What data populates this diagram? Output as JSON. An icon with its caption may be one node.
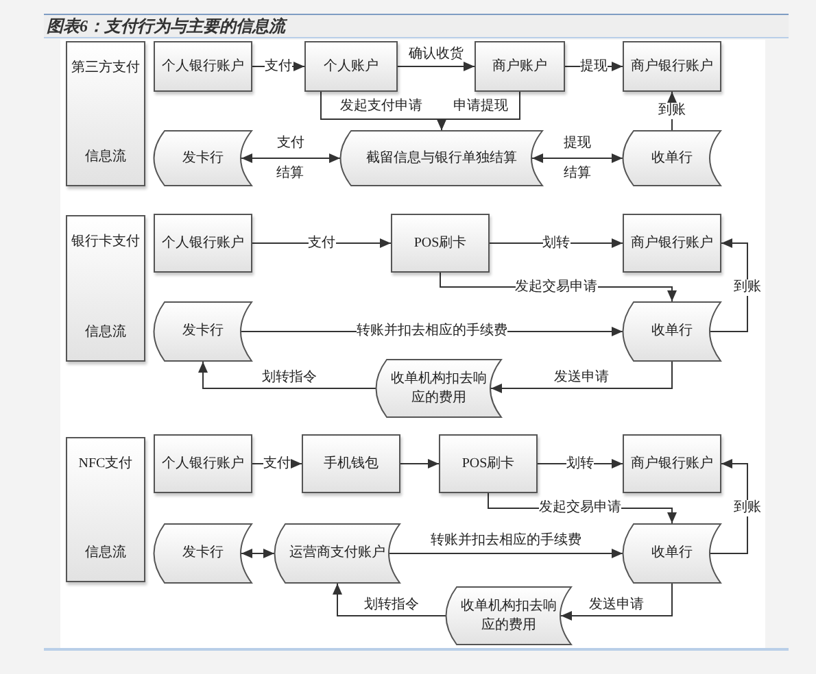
{
  "diagram": {
    "title": "图表6：支付行为与主要的信息流",
    "nodes": [
      {
        "text": [
          "第三方支付",
          "信息流"
        ]
      },
      {
        "text": [
          "个人银行账户"
        ]
      },
      {
        "text": [
          "个人账户"
        ]
      },
      {
        "text": [
          "商户账户"
        ]
      },
      {
        "text": [
          "商户银行账户"
        ]
      },
      {
        "text": [
          "发卡行"
        ]
      },
      {
        "text": [
          "截留信息与银行单独结算"
        ]
      },
      {
        "text": [
          "收单行"
        ]
      },
      {
        "text": [
          "银行卡支付",
          "信息流"
        ]
      },
      {
        "text": [
          "个人银行账户"
        ]
      },
      {
        "text": [
          "POS刷卡"
        ]
      },
      {
        "text": [
          "商户银行账户"
        ]
      },
      {
        "text": [
          "发卡行"
        ]
      },
      {
        "text": [
          "收单行"
        ]
      },
      {
        "text": [
          "收单机构扣去响应的费用"
        ]
      },
      {
        "text": [
          "NFC支付",
          "信息流"
        ]
      },
      {
        "text": [
          "个人银行账户"
        ]
      },
      {
        "text": [
          "手机钱包"
        ]
      },
      {
        "text": [
          "POS刷卡"
        ]
      },
      {
        "text": [
          "商户银行账户"
        ]
      },
      {
        "text": [
          "发卡行"
        ]
      },
      {
        "text": [
          "运营商支付账户"
        ]
      },
      {
        "text": [
          "收单行"
        ]
      },
      {
        "text": [
          "收单机构扣去响应的费用"
        ]
      }
    ],
    "edges": [
      {
        "from": 1,
        "to": 2,
        "arrow": "to",
        "label": "支付"
      },
      {
        "from": 2,
        "to": 3,
        "arrow": "to",
        "label": "确认收货"
      },
      {
        "from": 3,
        "to": 4,
        "arrow": "to",
        "label": "提现"
      },
      {
        "from": 2,
        "to": 6,
        "arrow": "to",
        "label": "发起支付申请"
      },
      {
        "from": 3,
        "to": 6,
        "arrow": "to",
        "label": "申请提现"
      },
      {
        "from": 5,
        "to": 6,
        "arrow": "both",
        "label": "支付"
      },
      {
        "from": 6,
        "to": 7,
        "arrow": "both",
        "label": "提现"
      },
      {
        "from": 7,
        "to": 4,
        "arrow": "to",
        "label": "到账"
      },
      {
        "from": 9,
        "to": 10,
        "arrow": "to",
        "label": "支付"
      },
      {
        "from": 10,
        "to": 11,
        "arrow": "to",
        "label": "划转"
      },
      {
        "from": 10,
        "to": 13,
        "arrow": "to",
        "label": "发起交易申请"
      },
      {
        "from": 12,
        "to": 13,
        "arrow": "to",
        "label": "转账并扣去相应的手续费"
      },
      {
        "from": 13,
        "to": 11,
        "arrow": "to",
        "label": "到账"
      },
      {
        "from": 13,
        "to": 14,
        "arrow": "to",
        "label": "发送申请"
      },
      {
        "from": 14,
        "to": 12,
        "arrow": "to",
        "label": "划转指令"
      },
      {
        "from": 16,
        "to": 17,
        "arrow": "to",
        "label": "支付"
      },
      {
        "from": 17,
        "to": 18,
        "arrow": "to"
      },
      {
        "from": 18,
        "to": 19,
        "arrow": "to",
        "label": "划转"
      },
      {
        "from": 18,
        "to": 22,
        "arrow": "to",
        "label": "发起交易申请"
      },
      {
        "from": 20,
        "to": 21,
        "arrow": "both"
      },
      {
        "from": 21,
        "to": 22,
        "arrow": "to",
        "label": "转账并扣去相应的手续费"
      },
      {
        "from": 22,
        "to": 19,
        "arrow": "to",
        "label": "到账"
      },
      {
        "from": 22,
        "to": 23,
        "arrow": "to",
        "label": "发送申请"
      },
      {
        "from": 23,
        "to": 21,
        "arrow": "to",
        "label": "划转指令"
      }
    ],
    "labels": [
      "结算",
      "结算"
    ]
  }
}
